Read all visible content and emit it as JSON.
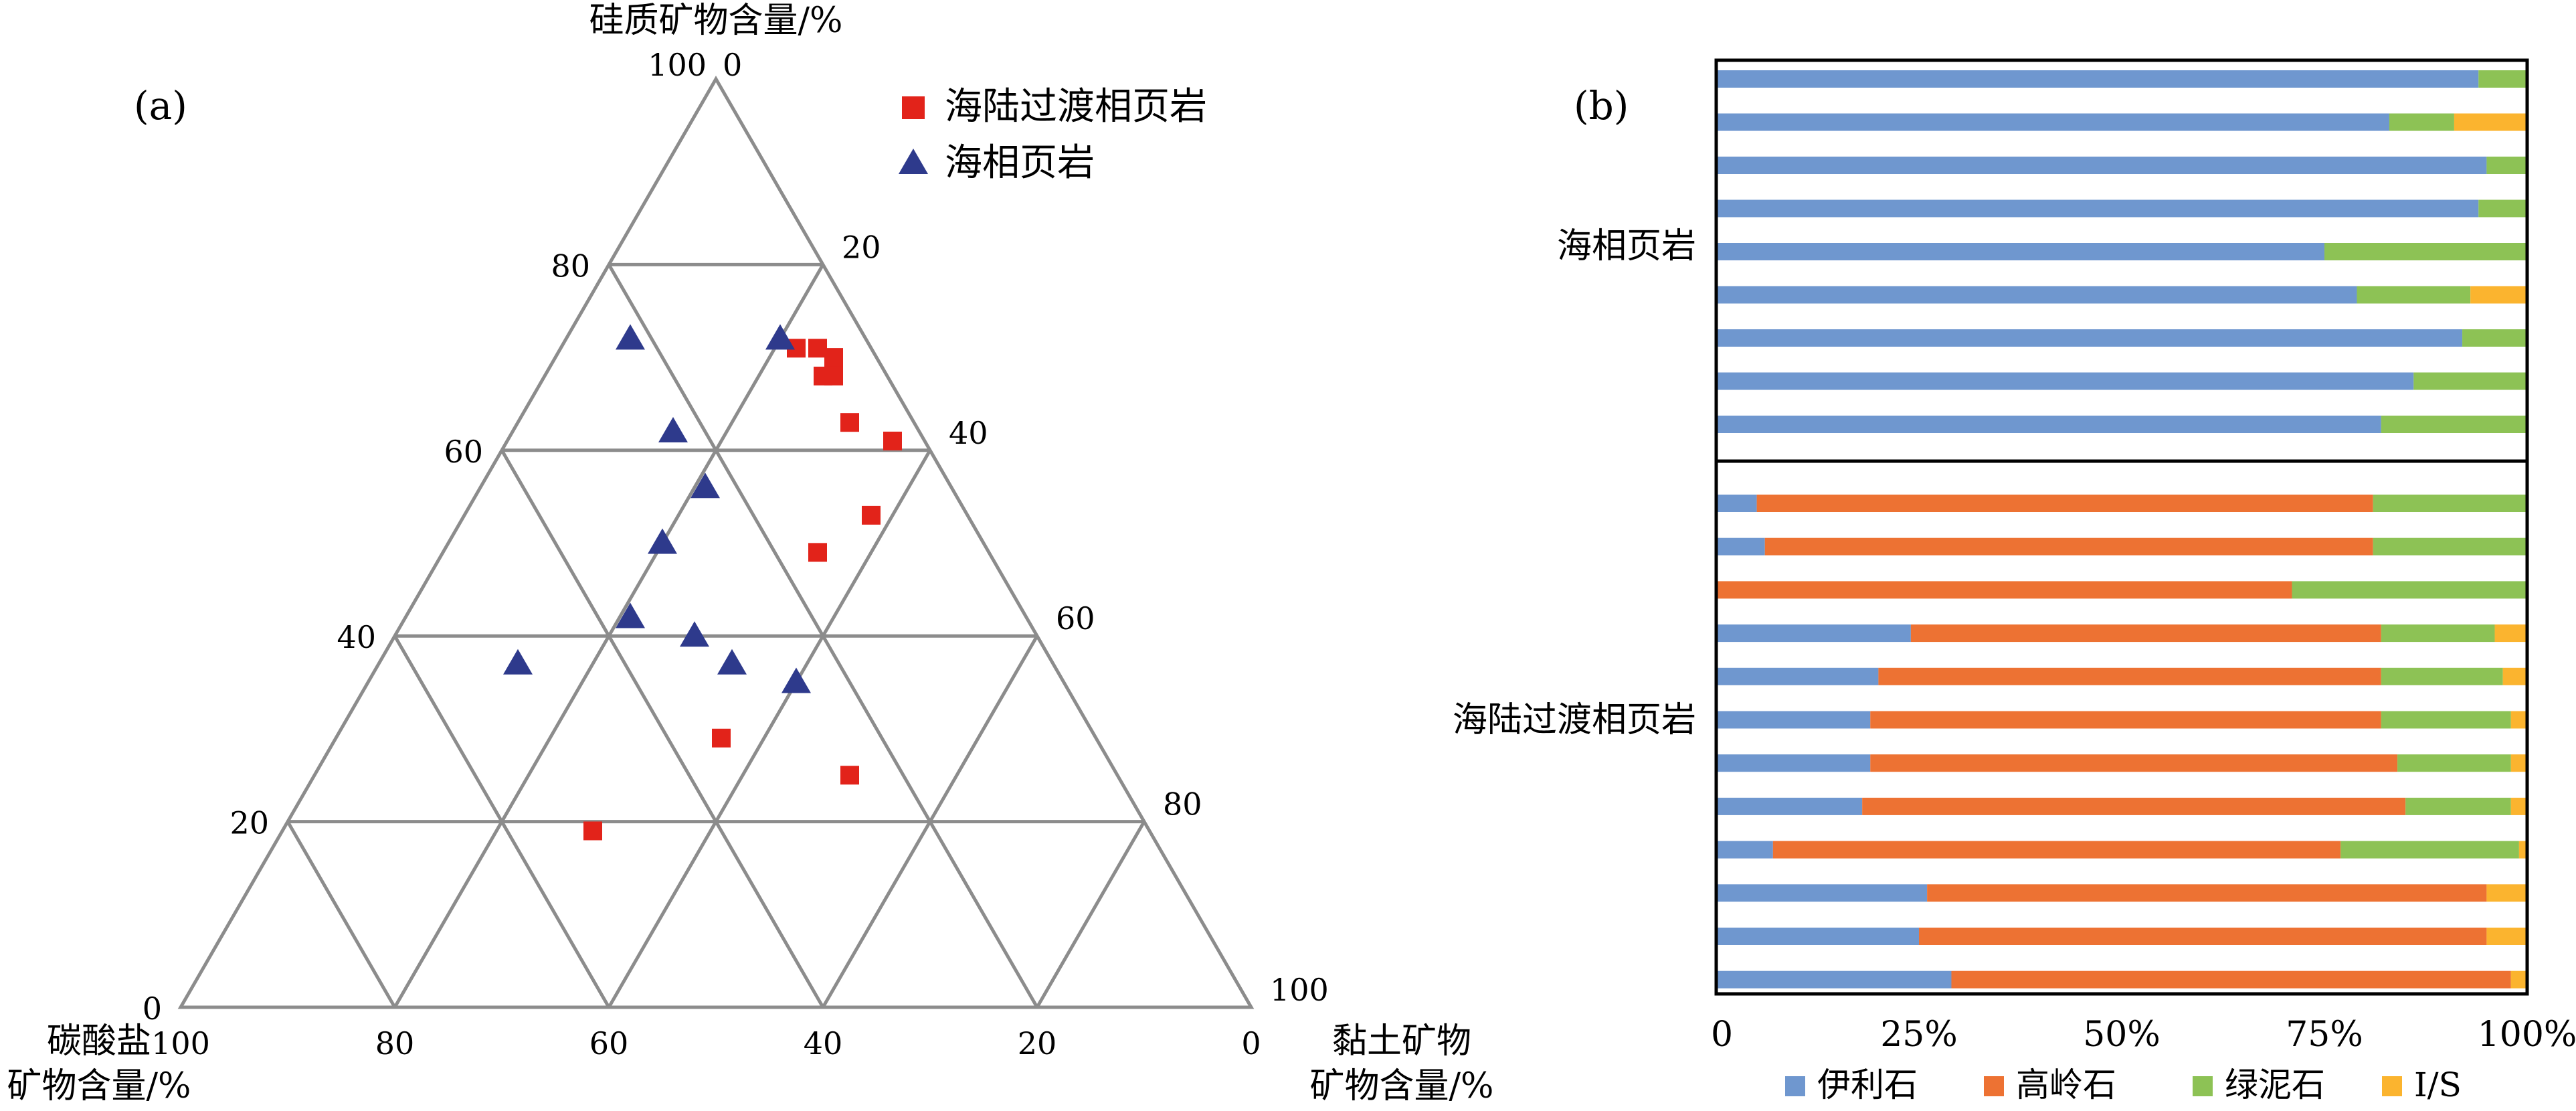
{
  "chart_data": [
    {
      "type": "scatter",
      "subtype": "ternary",
      "panel_label": "(a)",
      "axes": {
        "top": {
          "label": "硅质矿物含量/%",
          "ticks": [
            "100",
            "80",
            "60",
            "40",
            "20",
            "0"
          ]
        },
        "left": {
          "label_line1": "碳酸盐",
          "label_line2": "矿物含量/%",
          "ticks": [
            "100",
            "80",
            "60",
            "40",
            "20",
            "0"
          ]
        },
        "right": {
          "label_line1": "黏土矿物",
          "label_line2": "矿物含量/%",
          "ticks": [
            "0",
            "20",
            "40",
            "60",
            "80",
            "100"
          ]
        }
      },
      "legend": {
        "position": "top-right",
        "items": [
          "海陆过渡相页岩",
          "海相页岩"
        ]
      },
      "series": [
        {
          "name": "海陆过渡相页岩",
          "color": "#e2231a",
          "marker": "square",
          "points": [
            {
              "silica": 71,
              "carbonate": 7,
              "clay": 22
            },
            {
              "silica": 71,
              "carbonate": 5,
              "clay": 24
            },
            {
              "silica": 70,
              "carbonate": 4,
              "clay": 26
            },
            {
              "silica": 68,
              "carbonate": 6,
              "clay": 26
            },
            {
              "silica": 68,
              "carbonate": 5,
              "clay": 27
            },
            {
              "silica": 63,
              "carbonate": 6,
              "clay": 31
            },
            {
              "silica": 61,
              "carbonate": 3,
              "clay": 36
            },
            {
              "silica": 53,
              "carbonate": 9,
              "clay": 38
            },
            {
              "silica": 49,
              "carbonate": 16,
              "clay": 35
            },
            {
              "silica": 29,
              "carbonate": 35,
              "clay": 36
            },
            {
              "silica": 25,
              "carbonate": 25,
              "clay": 50
            },
            {
              "silica": 19,
              "carbonate": 52,
              "clay": 29
            }
          ]
        },
        {
          "name": "海相页岩",
          "color": "#2e3a8c",
          "marker": "triangle",
          "points": [
            {
              "silica": 72,
              "carbonate": 22,
              "clay": 6
            },
            {
              "silica": 72,
              "carbonate": 8,
              "clay": 20
            },
            {
              "silica": 62,
              "carbonate": 23,
              "clay": 15
            },
            {
              "silica": 56,
              "carbonate": 23,
              "clay": 21
            },
            {
              "silica": 50,
              "carbonate": 30,
              "clay": 20
            },
            {
              "silica": 42,
              "carbonate": 37,
              "clay": 21
            },
            {
              "silica": 40,
              "carbonate": 32,
              "clay": 28
            },
            {
              "silica": 37,
              "carbonate": 30,
              "clay": 33
            },
            {
              "silica": 37,
              "carbonate": 50,
              "clay": 13
            },
            {
              "silica": 35,
              "carbonate": 25,
              "clay": 40
            }
          ]
        }
      ]
    },
    {
      "type": "bar",
      "subtype": "stacked-horizontal-100%",
      "panel_label": "(b)",
      "group_labels": [
        "海相页岩",
        "海陆过渡相页岩"
      ],
      "x_ticks": [
        "0",
        "25%",
        "50%",
        "75%",
        "100%"
      ],
      "xlim": [
        0,
        100
      ],
      "legend": {
        "position": "bottom"
      },
      "series": [
        {
          "name": "伊利石",
          "color": "#6f97cf"
        },
        {
          "name": "高岭石",
          "color": "#ed7233"
        },
        {
          "name": "绿泥石",
          "color": "#8dc255"
        },
        {
          "name": "I/S",
          "color": "#fbb42f"
        }
      ],
      "groups": [
        {
          "label": "海相页岩",
          "bars": [
            [
              94,
              0,
              6,
              0
            ],
            [
              83,
              0,
              8,
              9
            ],
            [
              95,
              0,
              5,
              0
            ],
            [
              94,
              0,
              6,
              0
            ],
            [
              75,
              0,
              25,
              0
            ],
            [
              79,
              0,
              14,
              7
            ],
            [
              92,
              0,
              8,
              0
            ],
            [
              86,
              0,
              14,
              0
            ],
            [
              82,
              0,
              18,
              0
            ]
          ]
        },
        {
          "label": "海陆过渡相页岩",
          "bars": [
            [
              5,
              76,
              19,
              0
            ],
            [
              6,
              75,
              19,
              0
            ],
            [
              0,
              71,
              29,
              0
            ],
            [
              24,
              58,
              14,
              4
            ],
            [
              20,
              62,
              15,
              3
            ],
            [
              19,
              63,
              16,
              2
            ],
            [
              19,
              65,
              14,
              2
            ],
            [
              18,
              67,
              13,
              2
            ],
            [
              7,
              70,
              22,
              1
            ],
            [
              26,
              69,
              0,
              5
            ],
            [
              25,
              70,
              0,
              5
            ],
            [
              29,
              69,
              0,
              2
            ]
          ]
        }
      ]
    }
  ]
}
